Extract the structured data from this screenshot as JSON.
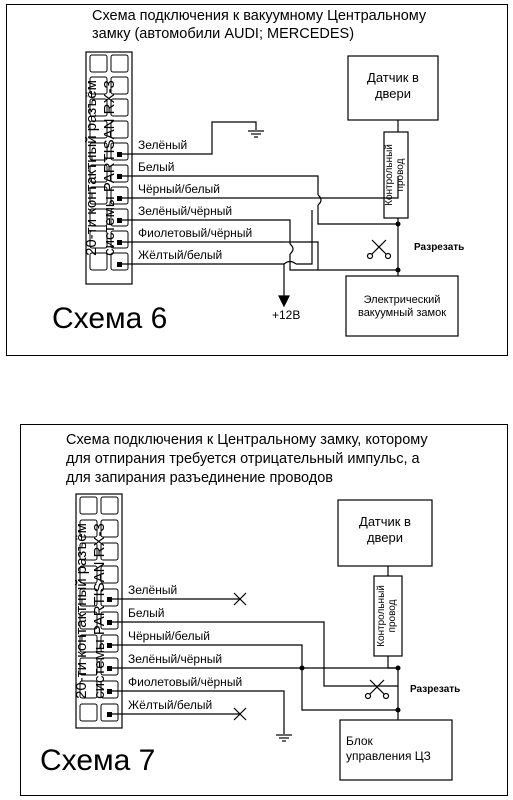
{
  "diagram1": {
    "title_line1": "Схема подключения к вакуумному Центральному",
    "title_line2": "замку (автомобили AUDI; MERCEDES)",
    "connector_line1": "20-ти контактный разъём",
    "connector_line2": "системы PARTISAN RX-3",
    "wires": [
      "Зелёный",
      "Белый",
      "Чёрный/белый",
      "Зелёный/чёрный",
      "Фиолетовый/чёрный",
      "Жёлтый/белый"
    ],
    "sensor_line1": "Датчик в",
    "sensor_line2": "двери",
    "control_wire_line1": "Контрольный",
    "control_wire_line2": "провод",
    "cut_label": "Разрезать",
    "lock_line1": "Электрический",
    "lock_line2": "вакуумный замок",
    "plus12": "+12В",
    "schema_label": "Схема 6"
  },
  "diagram2": {
    "title_line1": "Схема подключения к Центральному замку, которому",
    "title_line2": "для отпирания требуется отрицательный импульс, а",
    "title_line3": "для запирания разъединение проводов",
    "connector_line1": "20-ти контактный разъём",
    "connector_line2": "системы PARTISAN RX-3",
    "wires": [
      "Зелёный",
      "Белый",
      "Чёрный/белый",
      "Зелёный/чёрный",
      "Фиолетовый/чёрный",
      "Жёлтый/белый"
    ],
    "sensor_line1": "Датчик в",
    "sensor_line2": "двери",
    "control_wire_line1": "Контрольный",
    "control_wire_line2": "провод",
    "cut_label": "Разрезать",
    "unit_line1": "Блок",
    "unit_line2": "управления ЦЗ",
    "schema_label": "Схема 7"
  }
}
